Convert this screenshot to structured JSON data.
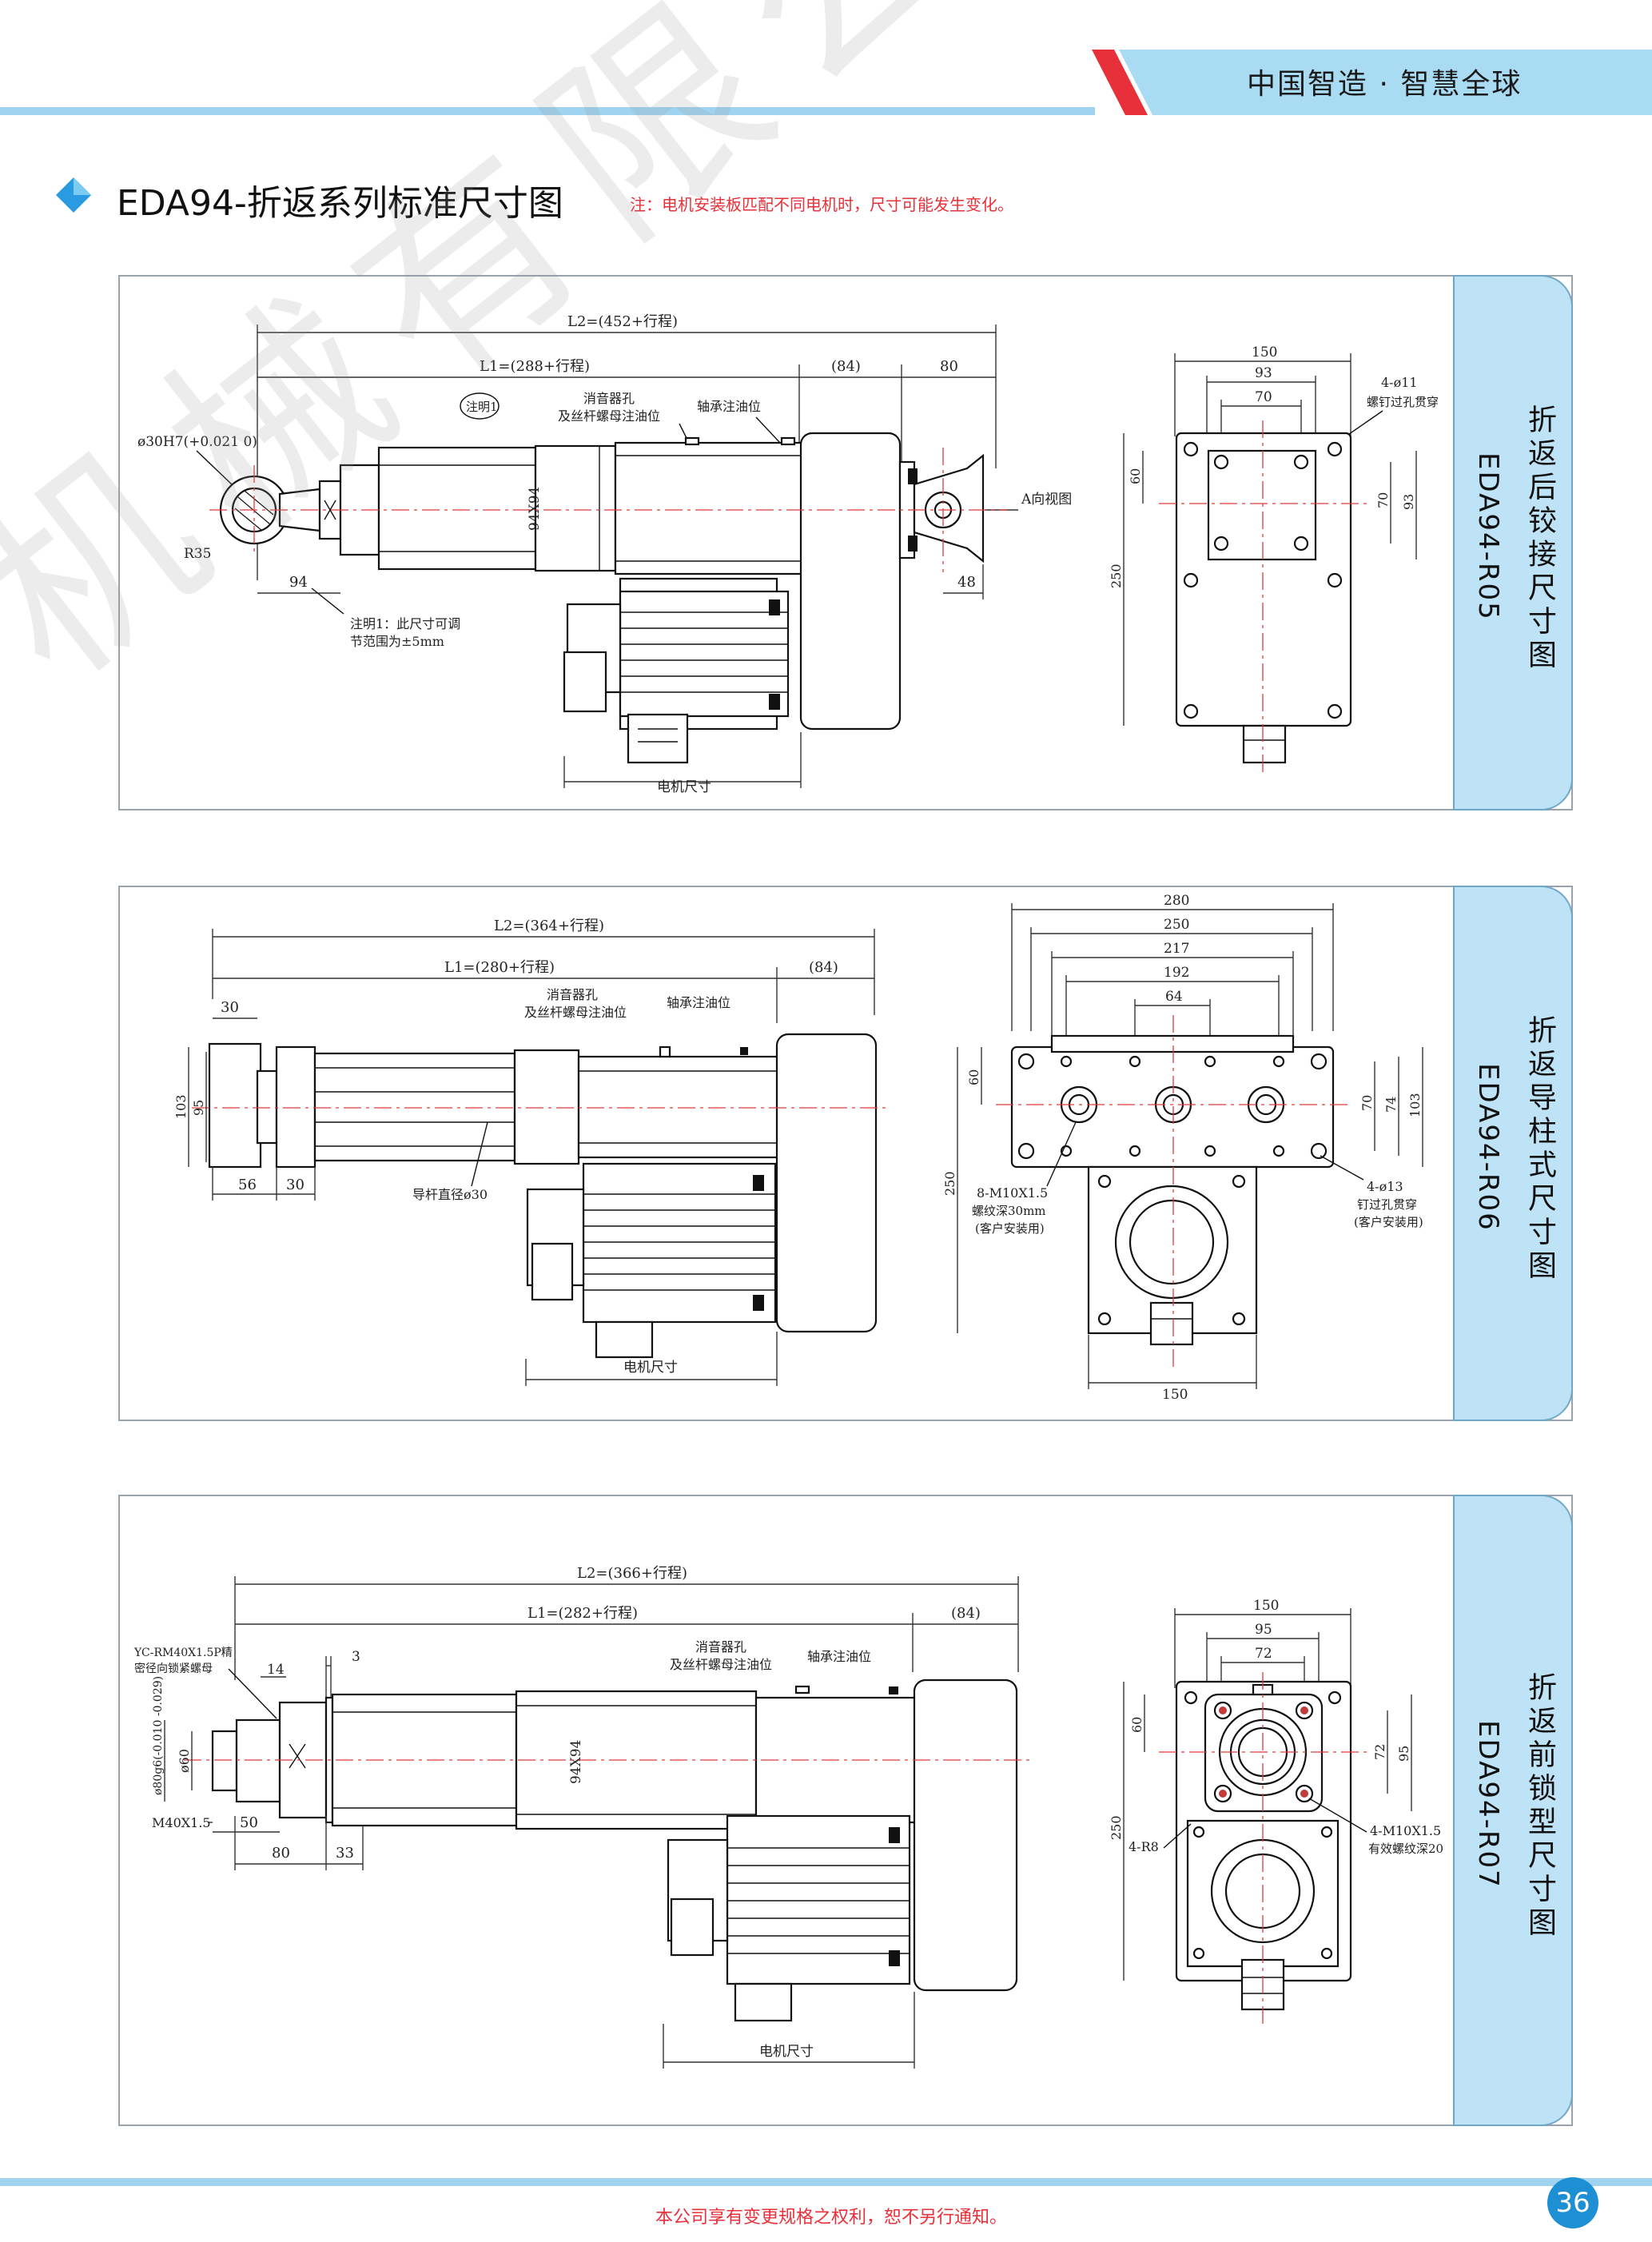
{
  "header": {
    "slogan": "中国智造 · 智慧全球"
  },
  "page": {
    "title": "EDA94-折返系列标准尺寸图",
    "note": "注：电机安装板匹配不同电机时，尺寸可能发生变化。",
    "watermark": "机械有限公司",
    "footer": "本公司享有变更规格之权利，恕不另行通知。",
    "page_number": "36"
  },
  "colors": {
    "accent_blue": "#1f8fd4",
    "tab_blue": "#bfe3f6",
    "note_red": "#e8303a",
    "line_blue": "#9fd3ef"
  },
  "panels": [
    {
      "name": "折返后铰接尺寸图",
      "model": "EDA94-R05",
      "dims": {
        "L2": "L2=(452+行程)",
        "L1": "L1=(288+行程)",
        "d84": "(84)",
        "d80": "80",
        "bore": "ø30H7(+0.021 0)",
        "r35": "R35",
        "d94": "94",
        "d48": "48",
        "tube": "94X94",
        "motor": "电机尺寸",
        "view_a": "A向视图",
        "muffler": "消音器孔",
        "nut_oil": "及丝杆螺母注油位",
        "bearing_oil": "轴承注油位",
        "note1_tag": "注明1",
        "note1_a": "注明1：此尺寸可调",
        "note1_b": "节范围为±5mm",
        "w150": "150",
        "w93": "93",
        "w70": "70",
        "hole": "4-ø11",
        "hole_desc": "螺钉过孔贯穿",
        "h60": "60",
        "h70": "70",
        "h93": "93",
        "h250": "250"
      }
    },
    {
      "name": "折返导柱式尺寸图",
      "model": "EDA94-R06",
      "dims": {
        "L2": "L2=(364+行程)",
        "L1": "L1=(280+行程)",
        "d84": "(84)",
        "d30a": "30",
        "d30b": "30",
        "d56": "56",
        "h103": "103",
        "h95": "95",
        "guide": "导杆直径ø30",
        "motor": "电机尺寸",
        "muffler": "消音器孔",
        "nut_oil": "及丝杆螺母注油位",
        "bearing_oil": "轴承注油位",
        "w280": "280",
        "w250": "250",
        "w217": "217",
        "w192": "192",
        "w64": "64",
        "h60": "60",
        "h70": "70",
        "h74": "74",
        "hr103": "103",
        "h250": "250",
        "w150": "150",
        "thread": "8-M10X1.5",
        "thread_depth": "螺纹深30mm",
        "thread_user": "(客户安装用)",
        "hole": "4-ø13",
        "hole_desc": "钉过孔贯穿",
        "hole_user": "(客户安装用)"
      }
    },
    {
      "name": "折返前锁型尺寸图",
      "model": "EDA94-R07",
      "dims": {
        "L2": "L2=(366+行程)",
        "L1": "L1=(282+行程)",
        "d84": "(84)",
        "nut_a": "YC-RM40X1.5P精",
        "nut_b": "密径向锁紧螺母",
        "d14": "14",
        "d3": "3",
        "fit": "ø80g6(-0.010 -0.029)",
        "d60": "ø60",
        "thread": "M40X1.5",
        "d50": "50",
        "d80": "80",
        "d33": "33",
        "tube": "94X94",
        "motor": "电机尺寸",
        "muffler": "消音器孔",
        "nut_oil": "及丝杆螺母注油位",
        "bearing_oil": "轴承注油位",
        "w150": "150",
        "w95": "95",
        "w72": "72",
        "h60": "60",
        "h72": "72",
        "h95": "95",
        "h250": "250",
        "r8": "4-R8",
        "screw": "4-M10X1.5",
        "screw_depth": "有效螺纹深20"
      }
    }
  ]
}
